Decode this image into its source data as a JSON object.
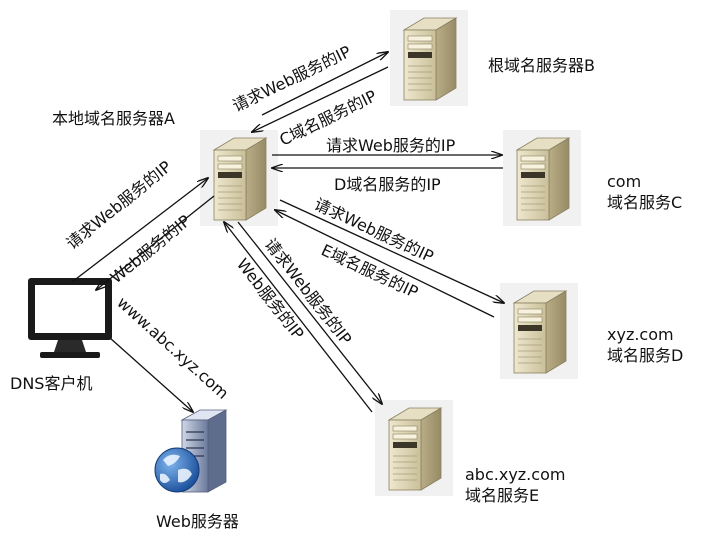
{
  "nodes": {
    "local_server": {
      "label": "本地域名服务器A"
    },
    "root_server": {
      "label": "根域名服务器B"
    },
    "com_server": {
      "line1": "com",
      "line2": "域名服务C"
    },
    "xyz_server": {
      "line1": "xyz.com",
      "line2": "域名服务D"
    },
    "abc_server": {
      "line1": "abc.xyz.com",
      "line2": "域名服务E"
    },
    "dns_client": {
      "label": "DNS客户机"
    },
    "web_server": {
      "label": "Web服务器"
    }
  },
  "edges": {
    "client_to_local": "请求Web服务的IP",
    "local_to_client": "Web服务的IP",
    "local_to_root": "请求Web服务的IP",
    "root_to_local": "C域名服务的IP",
    "local_to_com": "请求Web服务的IP",
    "com_to_local": "D域名服务的IP",
    "local_to_xyz": "请求Web服务的IP",
    "xyz_to_local": "E域名服务的IP",
    "local_to_abc": "请求Web服务的IP",
    "abc_to_local": "Web服务的IP",
    "client_to_web": "www.abc.xyz.com"
  },
  "colors": {
    "line": "#111111",
    "server_body": "#d8cfae",
    "monitor": "#1a1a1a",
    "globe": "#1f5fae"
  }
}
